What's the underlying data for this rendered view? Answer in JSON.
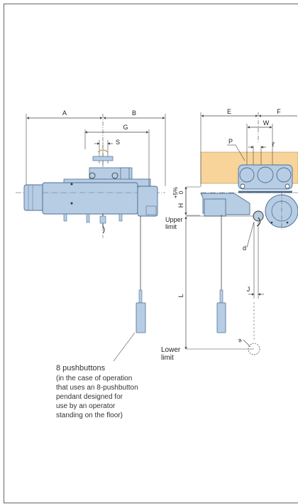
{
  "colors": {
    "hoist_body": "#b7cde4",
    "hoist_edge": "#4d6e95",
    "beam": "#f8d49a",
    "dim_line": "#444444",
    "frame": "#666666"
  },
  "labels": {
    "dim_A": "A",
    "dim_B": "B",
    "dim_G": "G",
    "dim_S": "S",
    "dim_E": "E",
    "dim_F": "F",
    "dim_W": "W",
    "dim_P": "P",
    "dim_l": "ℓ",
    "dim_H": "H",
    "dim_H_tol": "+5%\n0",
    "dim_H_tol_top": "+5%",
    "dim_H_tol_bottom": "0",
    "dim_d": "d",
    "dim_a": "a",
    "dim_J": "J",
    "dim_L": "L",
    "upper_limit_1": "Upper",
    "upper_limit_2": "limit",
    "lower_limit_1": "Lower",
    "lower_limit_2": "limit"
  },
  "note": {
    "line1": "8 pushbuttons",
    "line2": "(in the case of operation",
    "line3": "that uses an 8-pushbutton",
    "line4": "pendant designed for",
    "line5": "use by an operator",
    "line6": "standing on the floor)"
  }
}
